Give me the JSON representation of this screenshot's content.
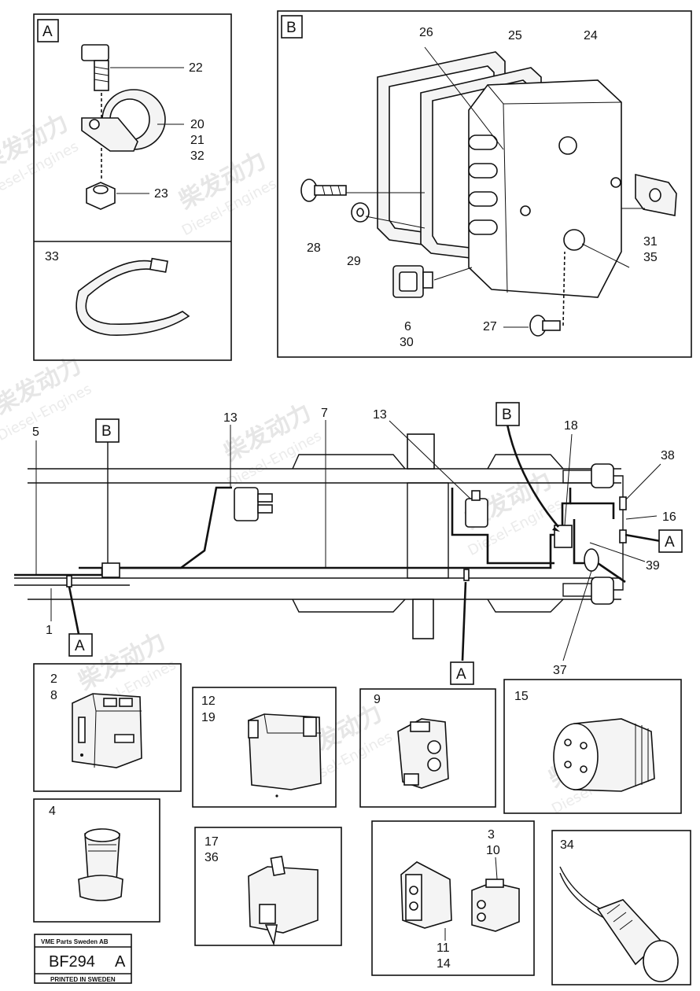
{
  "watermark": {
    "cn": "柴发动力",
    "en": "Diesel-Engines"
  },
  "inset_a": {
    "letter": "A",
    "callouts": [
      "22",
      "20",
      "21",
      "32",
      "23"
    ]
  },
  "inset_33": {
    "callouts": [
      "33"
    ]
  },
  "inset_b": {
    "letter": "B",
    "callouts": [
      "26",
      "25",
      "24",
      "28",
      "29",
      "31",
      "35",
      "6",
      "30",
      "27"
    ]
  },
  "main": {
    "callouts": [
      "5",
      "13",
      "7",
      "13",
      "18",
      "38",
      "16",
      "39",
      "1",
      "37"
    ],
    "markers": [
      "B",
      "B",
      "A",
      "A",
      "A"
    ]
  },
  "parts": {
    "p2": [
      "2",
      "8"
    ],
    "p12": [
      "12",
      "19"
    ],
    "p9": [
      "9"
    ],
    "p15": [
      "15"
    ],
    "p4": [
      "4"
    ],
    "p17": [
      "17",
      "36"
    ],
    "p3": [
      "3",
      "10",
      "11",
      "14"
    ],
    "p34": [
      "34"
    ]
  },
  "footer": {
    "company": "VME Parts Sweden AB",
    "code": "BF294",
    "suffix": "A",
    "printed": "PRINTED IN SWEDEN"
  }
}
